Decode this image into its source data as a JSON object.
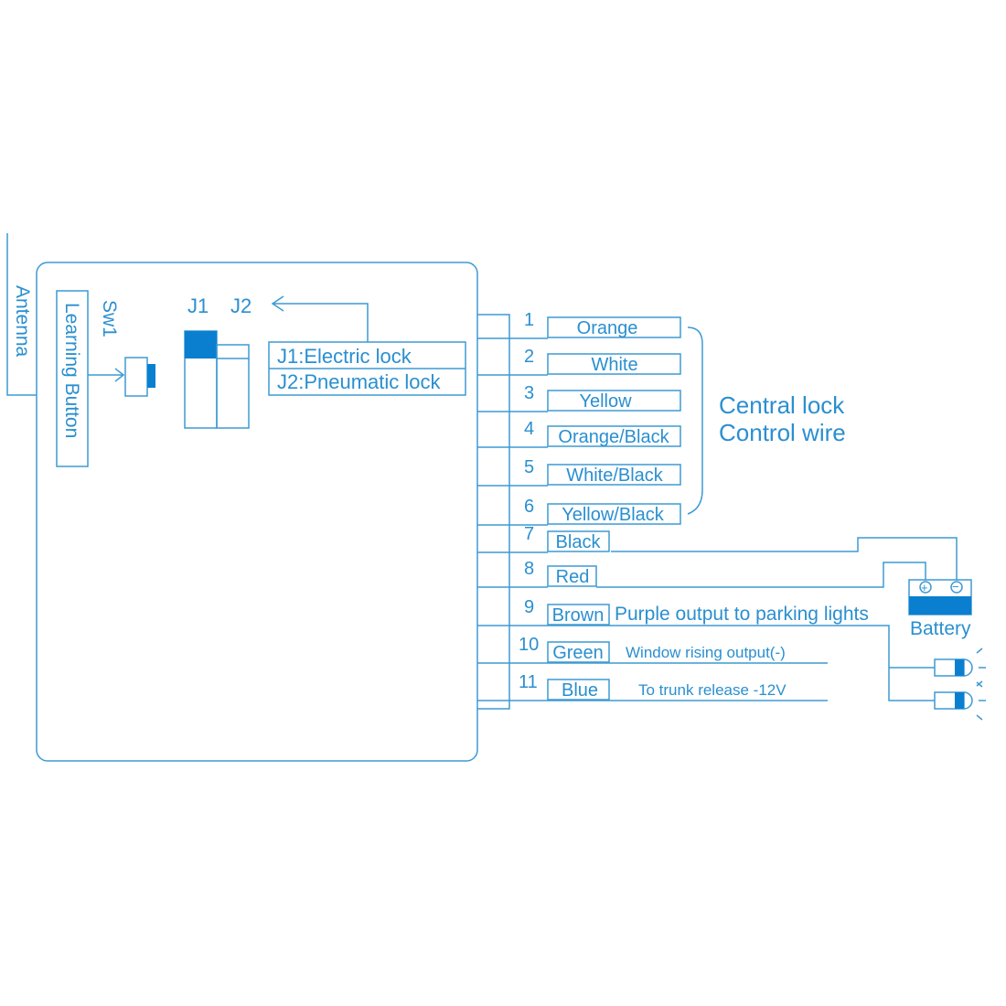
{
  "antenna_label": "Antenna",
  "learning_button_label": "Learning Button",
  "sw1_label": "Sw1",
  "jumper": {
    "j1": "J1",
    "j2": "J2",
    "j1_desc": "J1:Electric lock",
    "j2_desc": "J2:Pneumatic lock"
  },
  "central_lock": {
    "line1": "Central lock",
    "line2": "Control wire"
  },
  "wires": [
    {
      "num": "1",
      "color": "Orange"
    },
    {
      "num": "2",
      "color": "White"
    },
    {
      "num": "3",
      "color": "Yellow"
    },
    {
      "num": "4",
      "color": "Orange/Black"
    },
    {
      "num": "5",
      "color": "White/Black"
    },
    {
      "num": "6",
      "color": "Yellow/Black"
    },
    {
      "num": "7",
      "color": "Black"
    },
    {
      "num": "8",
      "color": "Red"
    },
    {
      "num": "9",
      "color": "Brown",
      "note": "Purple output to parking lights"
    },
    {
      "num": "10",
      "color": "Green",
      "note": "Window rising output(-)"
    },
    {
      "num": "11",
      "color": "Blue",
      "note": "To trunk release -12V"
    }
  ],
  "battery": {
    "label": "Battery",
    "plus": "+",
    "minus": "−"
  },
  "colors": {
    "line": "#3d9ad4",
    "text": "#2a8fd0",
    "accent": "#0a7fcf"
  }
}
